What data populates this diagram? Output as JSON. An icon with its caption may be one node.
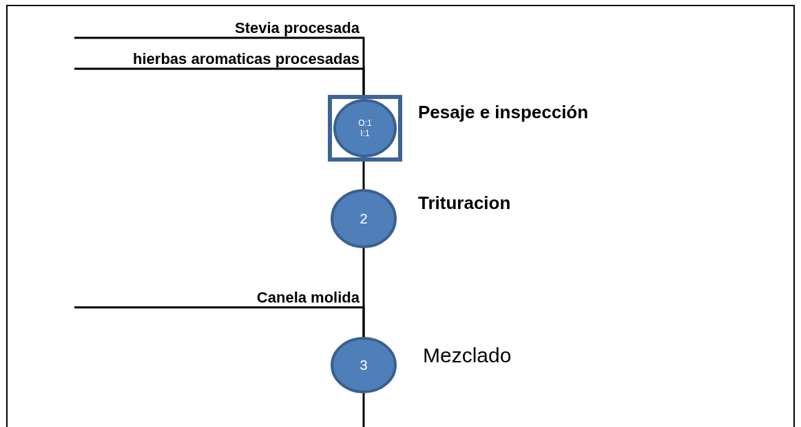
{
  "diagram": {
    "nodes": [
      {
        "text": [
          "Stevia procesada"
        ]
      },
      {
        "text": [
          "hierbas aromaticas procesadas"
        ]
      },
      {
        "text": [
          "O:1",
          "I:1"
        ],
        "beside": [
          "Pesaje e inspección"
        ]
      },
      {
        "text": [
          "2"
        ],
        "beside": [
          "Trituracion"
        ]
      },
      {
        "text": [
          "Canela molida"
        ]
      },
      {
        "text": [
          "3"
        ],
        "beside": [
          "Mezclado"
        ]
      }
    ],
    "edges": [
      {
        "from": 0,
        "to": 2,
        "arrow": "none"
      },
      {
        "from": 1,
        "to": 2,
        "arrow": "none"
      },
      {
        "from": 2,
        "to": 3,
        "arrow": "none"
      },
      {
        "from": 3,
        "to": 5,
        "arrow": "none"
      },
      {
        "from": 4,
        "to": 5,
        "arrow": "none"
      },
      {
        "from": 5,
        "to": null,
        "arrow": "none"
      }
    ]
  }
}
